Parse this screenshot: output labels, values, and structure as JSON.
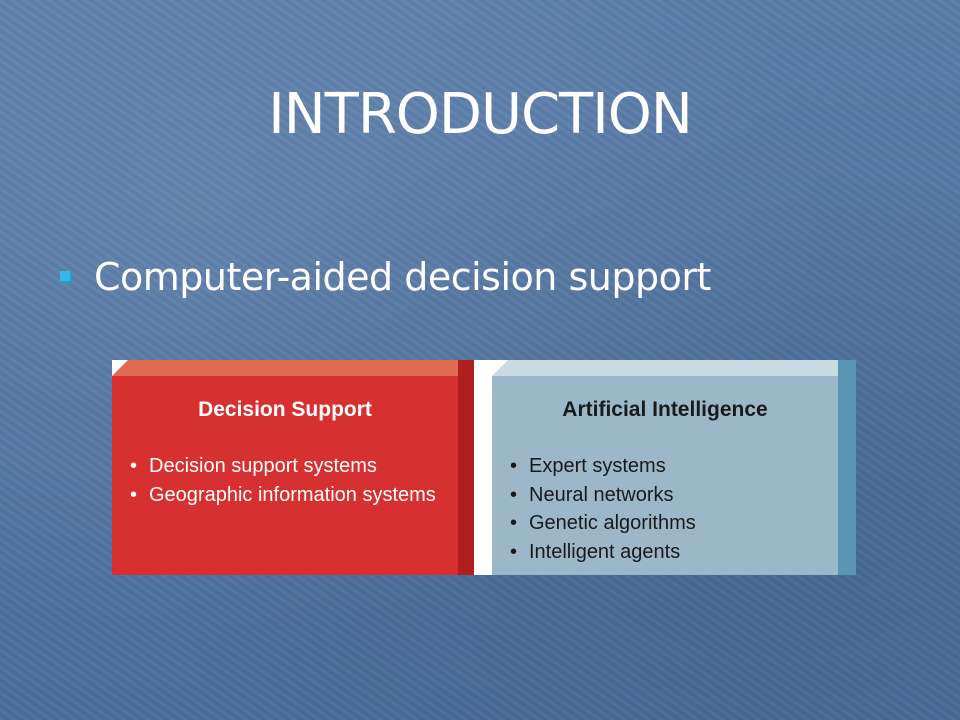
{
  "slide": {
    "title": "INTRODUCTION",
    "bullet": "Computer-aided decision support"
  },
  "diagram": {
    "left": {
      "title": "Decision Support",
      "items": [
        "Decision support systems",
        "Geographic information systems"
      ]
    },
    "right": {
      "title": "Artificial Intelligence",
      "items": [
        "Expert systems",
        "Neural networks",
        "Genetic algorithms",
        "Intelligent agents"
      ]
    }
  },
  "colors": {
    "background": "#4f73a2",
    "bullet": "#2fb8e8",
    "left_box": "#d63030",
    "right_box": "#9cb8c8"
  }
}
